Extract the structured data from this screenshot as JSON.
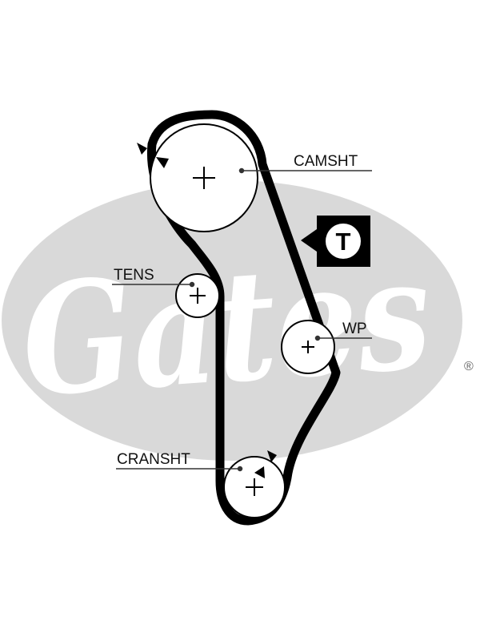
{
  "brand": {
    "watermark_text": "Gates",
    "registered_mark": "®",
    "watermark_color": "#d9d9d9",
    "watermark_text_color": "#ffffff"
  },
  "labels": {
    "camshaft": "CAMSHT",
    "tensioner": "TENS",
    "water_pump": "WP",
    "crankshaft": "CRANSHT"
  },
  "badge": {
    "letter": "T",
    "bg_color": "#000000",
    "fg_color": "#ffffff"
  },
  "colors": {
    "belt": "#000000",
    "pulley": "#000000",
    "leader": "#333333"
  },
  "icons": {
    "rotation": "rotation-arrow-icon",
    "center": "center-cross-icon"
  }
}
